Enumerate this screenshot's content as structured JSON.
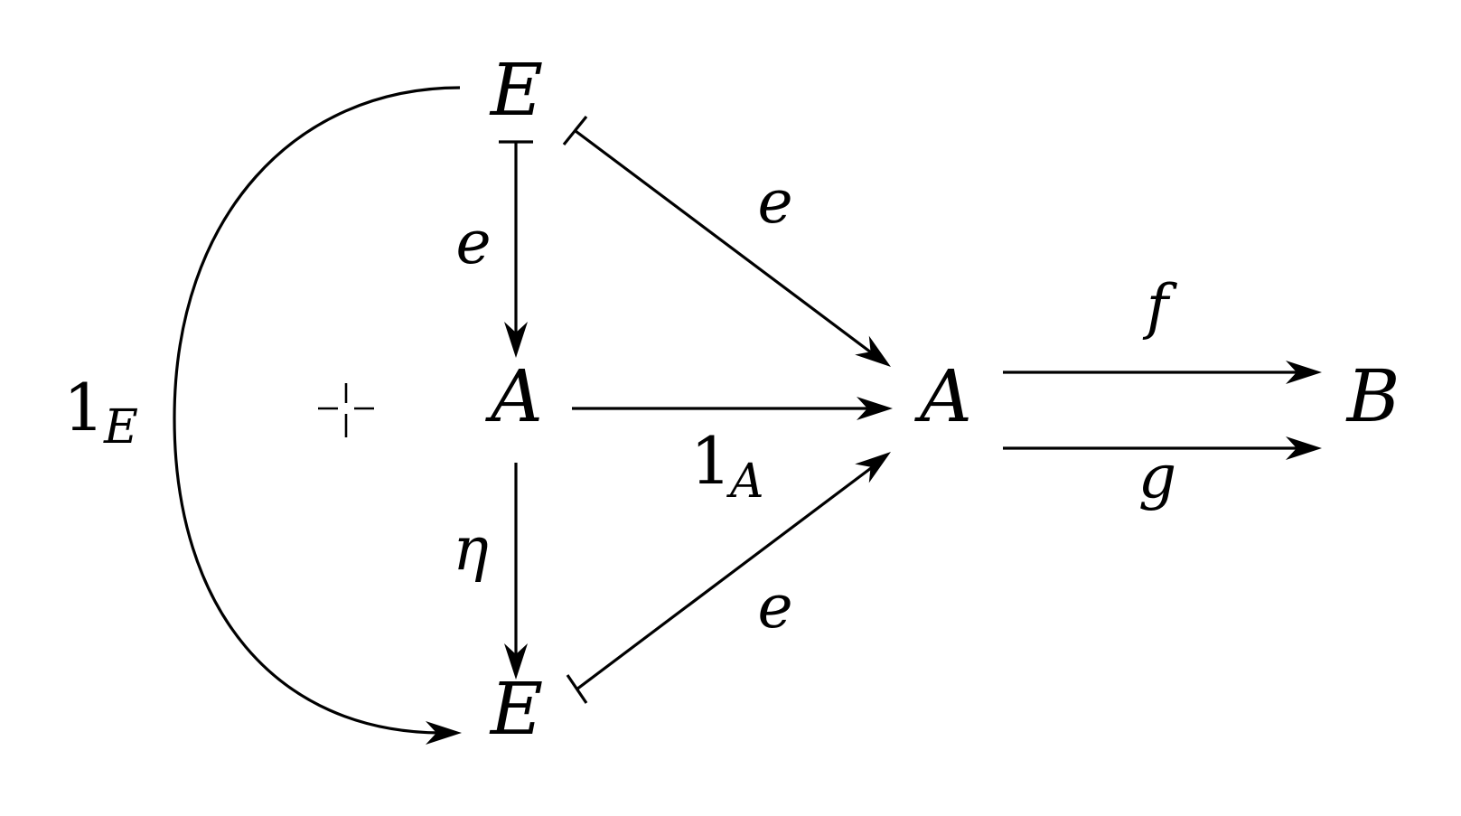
{
  "diagram": {
    "nodes": {
      "E_top": "E",
      "A_mid": "A",
      "E_bottom": "E",
      "A_right": "A",
      "B": "B"
    },
    "labels": {
      "e_vertical": "e",
      "e_diag_top": "e",
      "e_diag_bottom": "e",
      "eta": "η",
      "one_A_main": "1",
      "one_A_sub": "A",
      "one_E_main": "1",
      "one_E_sub": "E",
      "f": "f",
      "g": "g"
    }
  }
}
